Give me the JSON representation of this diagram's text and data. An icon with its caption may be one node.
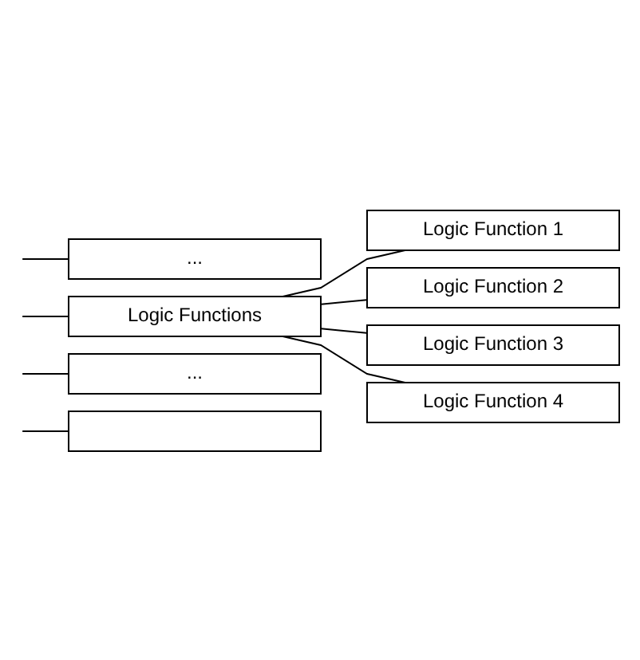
{
  "diagram": {
    "nodes": [
      {
        "text": [],
        "shape": "box"
      },
      {
        "text": [
          "..."
        ]
      },
      {
        "text": [
          "Logic Functions"
        ]
      },
      {
        "text": [
          "Logic Function 1"
        ]
      },
      {
        "text": [
          "Logic Function 2"
        ]
      },
      {
        "text": [
          "Logic Function 3"
        ]
      },
      {
        "text": [
          "Logic Function 4"
        ]
      },
      {
        "text": [
          "..."
        ]
      }
    ],
    "edges": [
      {
        "from": null,
        "to": 0,
        "arrow": "none"
      },
      {
        "from": null,
        "to": 1,
        "arrow": "none"
      },
      {
        "from": null,
        "to": 2,
        "arrow": "none"
      },
      {
        "from": 2,
        "to": 3,
        "arrow": "none"
      },
      {
        "from": 2,
        "to": 4,
        "arrow": "none"
      },
      {
        "from": 2,
        "to": 5,
        "arrow": "none"
      },
      {
        "from": 2,
        "to": 6,
        "arrow": "none"
      },
      {
        "from": null,
        "to": 7,
        "arrow": "none"
      }
    ]
  }
}
